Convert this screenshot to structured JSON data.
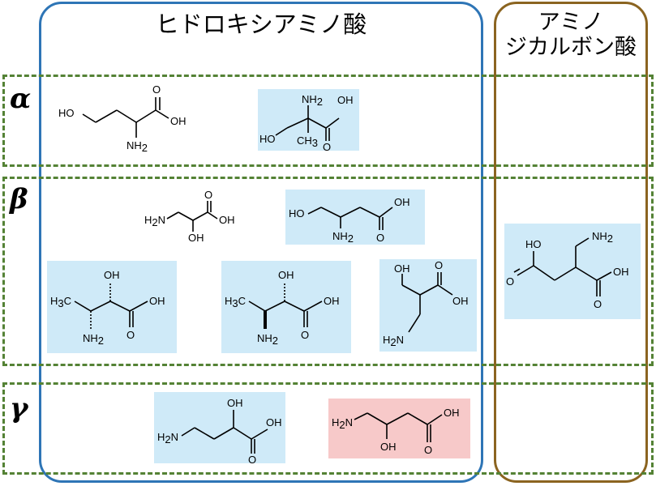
{
  "groups": {
    "hydroxy": "ヒドロキシアミノ酸",
    "dicarboxylic_line1": "アミノ",
    "dicarboxylic_line2": "ジカルボン酸"
  },
  "rows": {
    "alpha": "α",
    "beta": "β",
    "gamma": "γ"
  },
  "atoms": {
    "OH": "OH",
    "HO": "HO",
    "NH": "NH",
    "H2N_H": "H",
    "H2N_N": "N",
    "CH": "CH",
    "H3C_H": "H",
    "H3C_C": "C",
    "sub2": "2",
    "sub3": "3",
    "O": "O"
  },
  "colors": {
    "hydroxy_border": "#2e75b6",
    "dicarboxylic_border": "#8b6420",
    "row_dash": "#548235",
    "highlight_blue": "#cfeaf8",
    "highlight_pink": "#f7c9c9"
  }
}
